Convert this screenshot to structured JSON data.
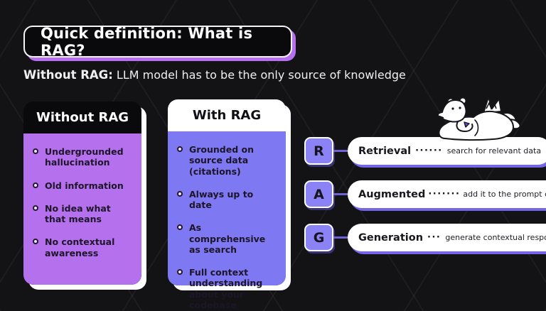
{
  "title": "Quick definition: What is RAG?",
  "subtitle": {
    "bold": "Without RAG:",
    "rest": " LLM model has to be the only source of knowledge"
  },
  "cards": [
    {
      "header": "Without RAG",
      "bullets": [
        "Undergrounded hallucination",
        "Old information",
        "No idea what that means",
        "No contextual awareness"
      ]
    },
    {
      "header": "With RAG",
      "bullets": [
        "Grounded on source data (citations)",
        "Always up to date",
        "As comprehensive as search",
        "Full context understanding about your codebase"
      ]
    }
  ],
  "rag_rows": [
    {
      "letter": "R",
      "term": "Retrieval",
      "dots": "······",
      "description": "search for relevant data"
    },
    {
      "letter": "A",
      "term": "Augmented",
      "dots": "·······",
      "description": "add it to the prompt context"
    },
    {
      "letter": "G",
      "term": "Generation",
      "dots": "···",
      "description": "generate contextual response"
    }
  ],
  "icons": {
    "mascot": "lounging-bear-doodle"
  },
  "colors": {
    "background": "#131316",
    "lattice_line": "#2a2a2f",
    "title_shadow_purple": "#b670ef",
    "card_purple": "#b570ee",
    "card_indigo": "#7e78f3",
    "letter_box": "#8a82f5",
    "pill_shadow": "#7566e8",
    "card_shadow": "#ffffff",
    "text_light": "#efeff2",
    "text_dark": "#1d1628"
  }
}
